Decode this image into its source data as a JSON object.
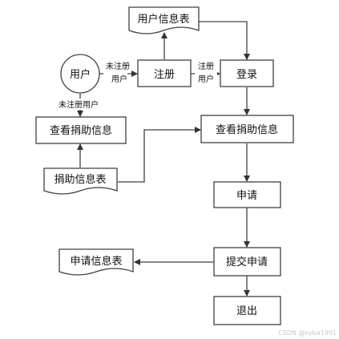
{
  "nodes": {
    "user": "用户",
    "register": "注册",
    "login": "登录",
    "view_donation_left": "查看捐助信息",
    "view_donation_right": "查看捐助信息",
    "apply": "申请",
    "submit_apply": "提交申请",
    "exit": "退出"
  },
  "documents": {
    "user_table": "用户信息表",
    "donation_table": "捐助信息表",
    "apply_table": "申请信息表"
  },
  "edge_labels": {
    "user_to_register_line1": "未注册",
    "user_to_register_line2": "用户",
    "register_to_login_line1": "注册",
    "register_to_login_line2": "用户",
    "user_to_view": "未注册用户"
  },
  "watermark": "CSDN @kyba1991",
  "colors": {
    "stroke": "#404040",
    "fill": "#ffffff",
    "text": "#111111"
  }
}
